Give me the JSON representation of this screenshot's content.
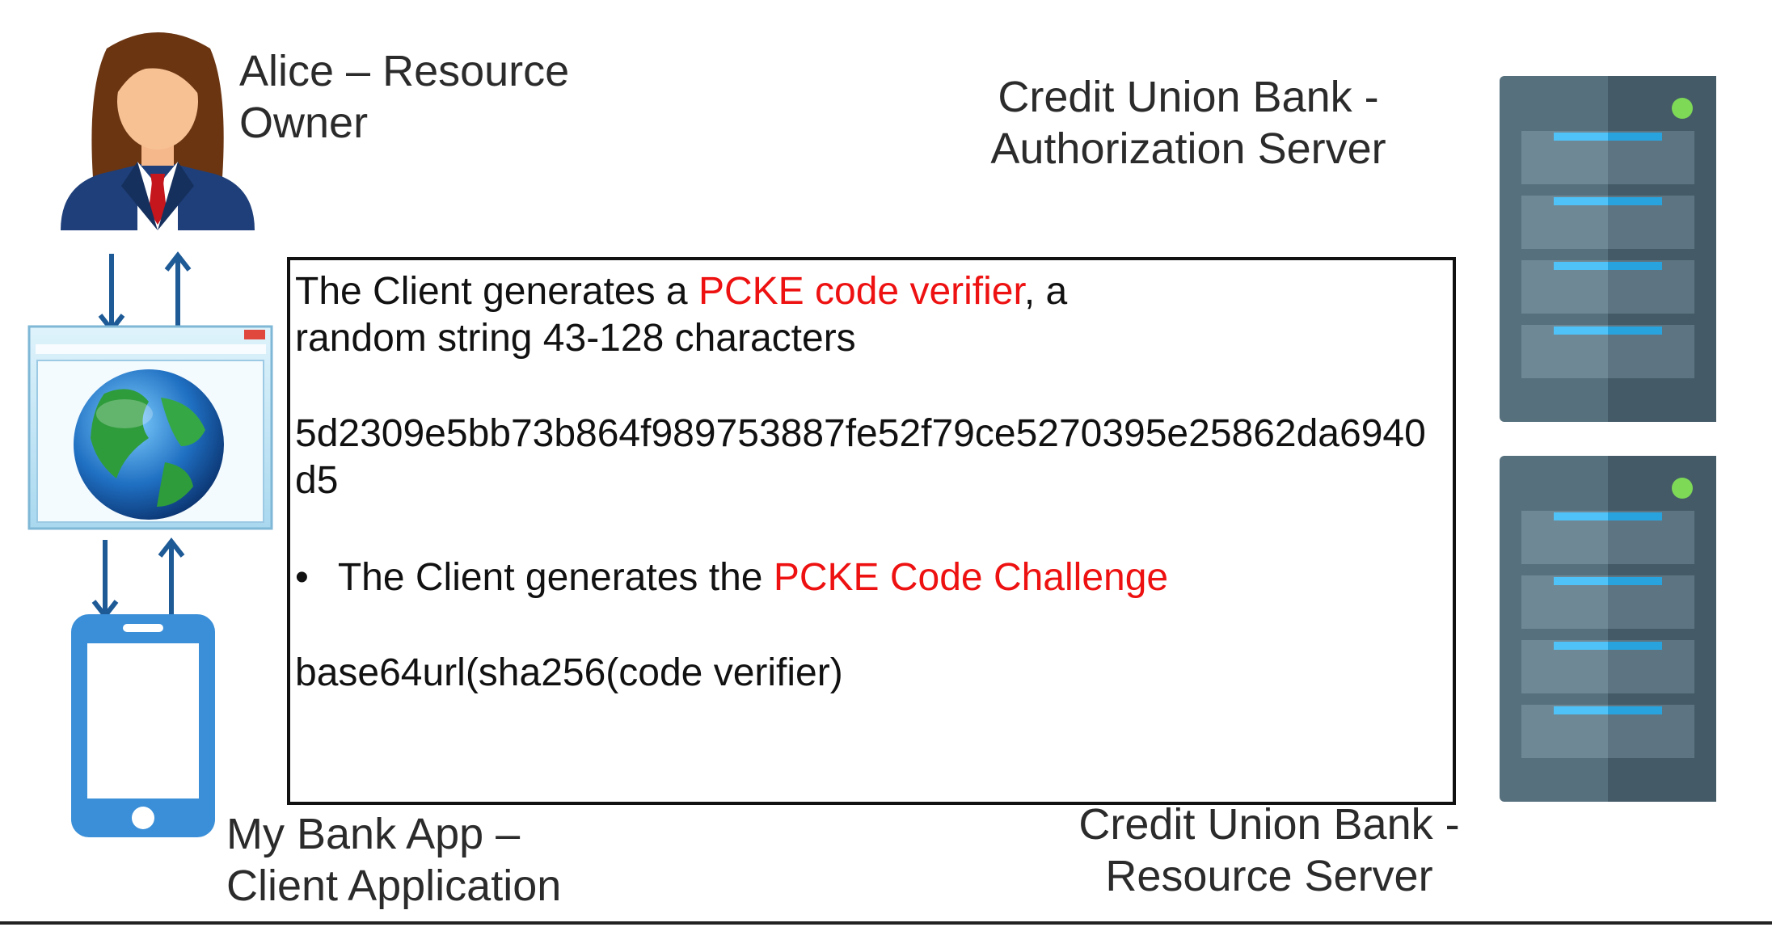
{
  "actors": {
    "resource_owner": {
      "line1": "Alice – Resource",
      "line2": "Owner"
    },
    "client_app": {
      "line1": "My Bank App –",
      "line2": "Client Application"
    },
    "auth_server": {
      "line1": "Credit Union  Bank -",
      "line2": "Authorization Server"
    },
    "resource_server": {
      "line1": "Credit Union  Bank -",
      "line2": "Resource Server"
    }
  },
  "box": {
    "line1_pre": "The Client generates a ",
    "line1_highlight": "PCKE code verifier",
    "line1_post": ", a",
    "line2": "random string 43-128 characters",
    "verifier_line1": "5d2309e5bb73b864f989753887fe52f79ce5270395e25862da6940",
    "verifier_line2": "d5",
    "bullet": "•",
    "bullet_pre": "The Client generates the ",
    "bullet_highlight": "PCKE Code Challenge",
    "formula": "base64url(sha256(code verifier)"
  },
  "colors": {
    "highlight": "#ee1111",
    "arrow": "#1d5a96",
    "phone": "#3a8fd8",
    "server_body": "#56707e",
    "server_status": "#7ed957",
    "server_slot_light": "#4fc3f7"
  },
  "icons": [
    "woman-avatar-icon",
    "browser-globe-icon",
    "smartphone-icon",
    "server-icon"
  ]
}
